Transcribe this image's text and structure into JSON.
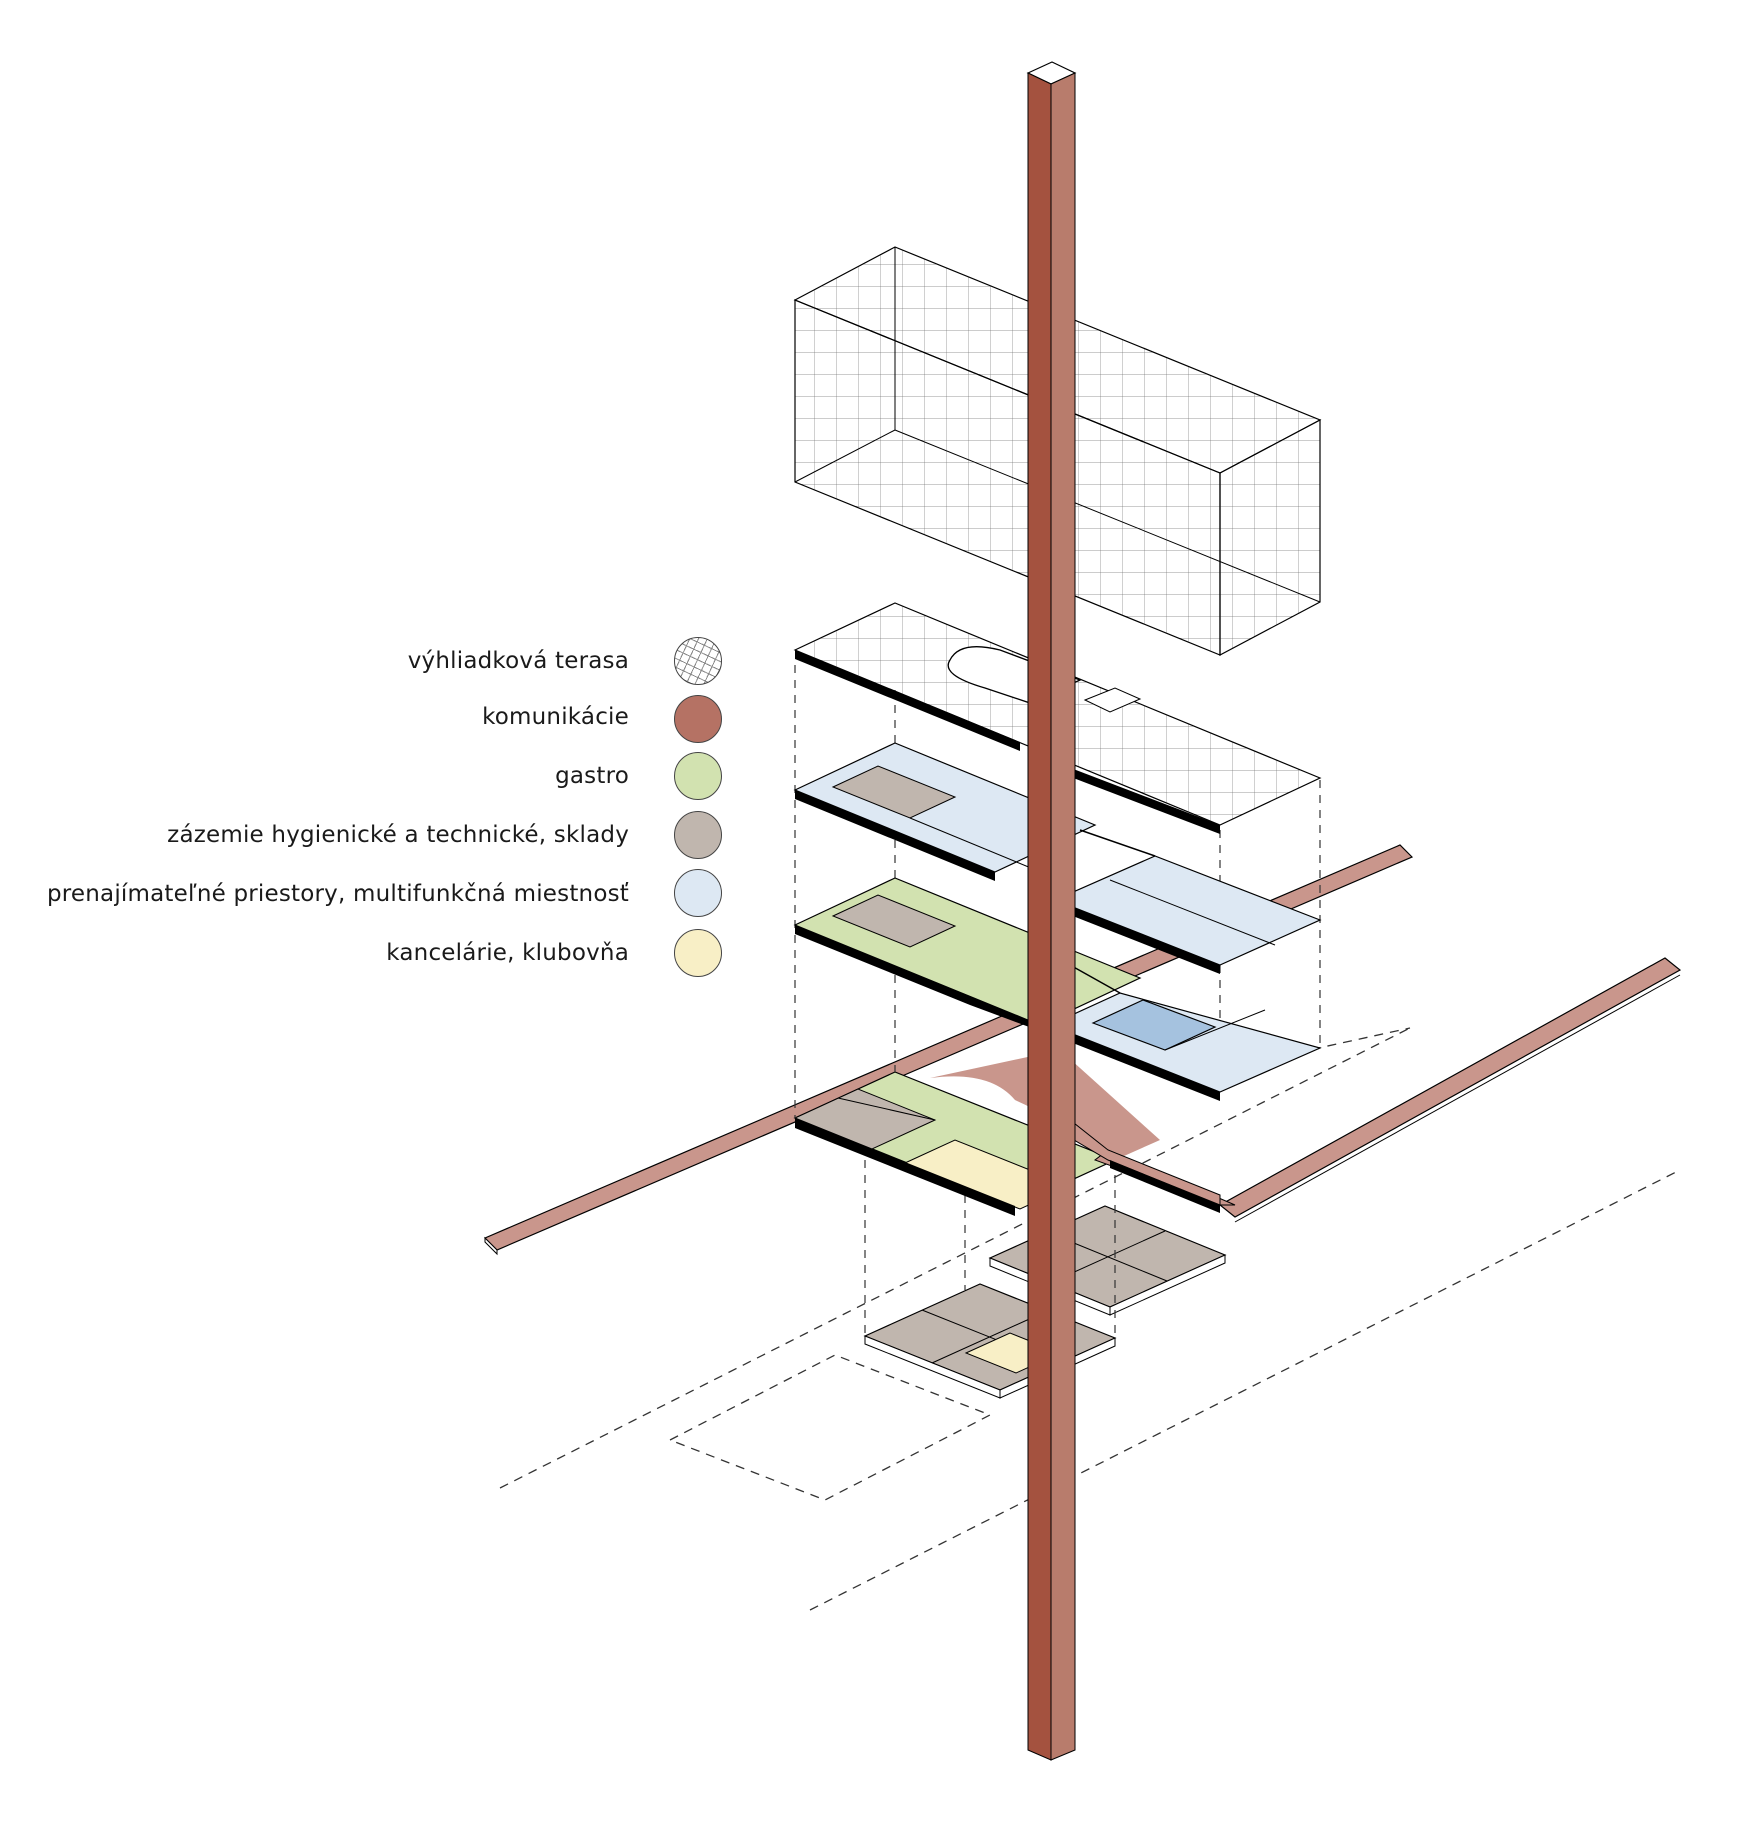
{
  "legend": [
    {
      "label": "výhliadková terasa",
      "color": "#ffffff",
      "pattern": "grid"
    },
    {
      "label": "komunikácie",
      "color": "#b57264",
      "pattern": "solid"
    },
    {
      "label": "gastro",
      "color": "#d2e2b0",
      "pattern": "solid"
    },
    {
      "label": "zázemie hygienické a technické, sklady",
      "color": "#c0b6ae",
      "pattern": "solid"
    },
    {
      "label": "prenajímateľné priestory, multifunkčná miestnosť",
      "color": "#dde8f3",
      "pattern": "solid"
    },
    {
      "label": "kancelárie, klubovňa",
      "color": "#f8efc6",
      "pattern": "solid"
    }
  ],
  "colors": {
    "column_dark": "#a4523f",
    "column_light": "#b87c6c",
    "walkway": "#c9968c",
    "highlight_blue": "#a5c2df",
    "line": "#000000"
  }
}
